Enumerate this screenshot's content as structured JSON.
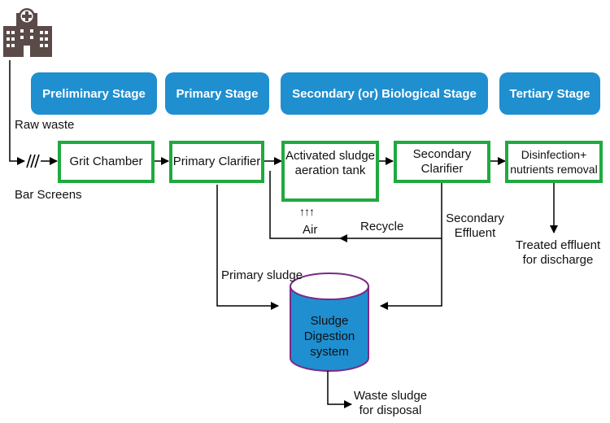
{
  "colors": {
    "stage_fill": "#1f8fd0",
    "process_border": "#1faa3f",
    "tank_fill": "#1f8fd0",
    "tank_outline": "#7a2a86",
    "hospital": "#5a4a48"
  },
  "icons": {
    "source": "hospital-icon",
    "screens": "bar-screen-icon",
    "air": "air-bubbles-icon"
  },
  "stages": [
    {
      "label": "Preliminary Stage"
    },
    {
      "label": "Primary Stage"
    },
    {
      "label": "Secondary (or) Biological Stage"
    },
    {
      "label": "Tertiary Stage"
    }
  ],
  "processes": {
    "grit": "Grit Chamber",
    "primary_clarifier": "Primary Clarifier",
    "aeration": "Activated sludge\naeration tank",
    "secondary_clarifier": "Secondary\nClarifier",
    "disinfection": "Disinfection+\nnutrients removal"
  },
  "labels": {
    "raw_waste": "Raw waste",
    "bar_screens": "Bar Screens",
    "air_arrows": "↑↑↑",
    "air": "Air",
    "recycle": "Recycle",
    "secondary_effluent": "Secondary\nEffluent",
    "treated_effluent": "Treated effluent\nfor discharge",
    "primary_sludge": "Primary sludge",
    "digestion": "Sludge\nDigestion\nsystem",
    "waste_sludge": "Waste sludge\nfor disposal"
  }
}
